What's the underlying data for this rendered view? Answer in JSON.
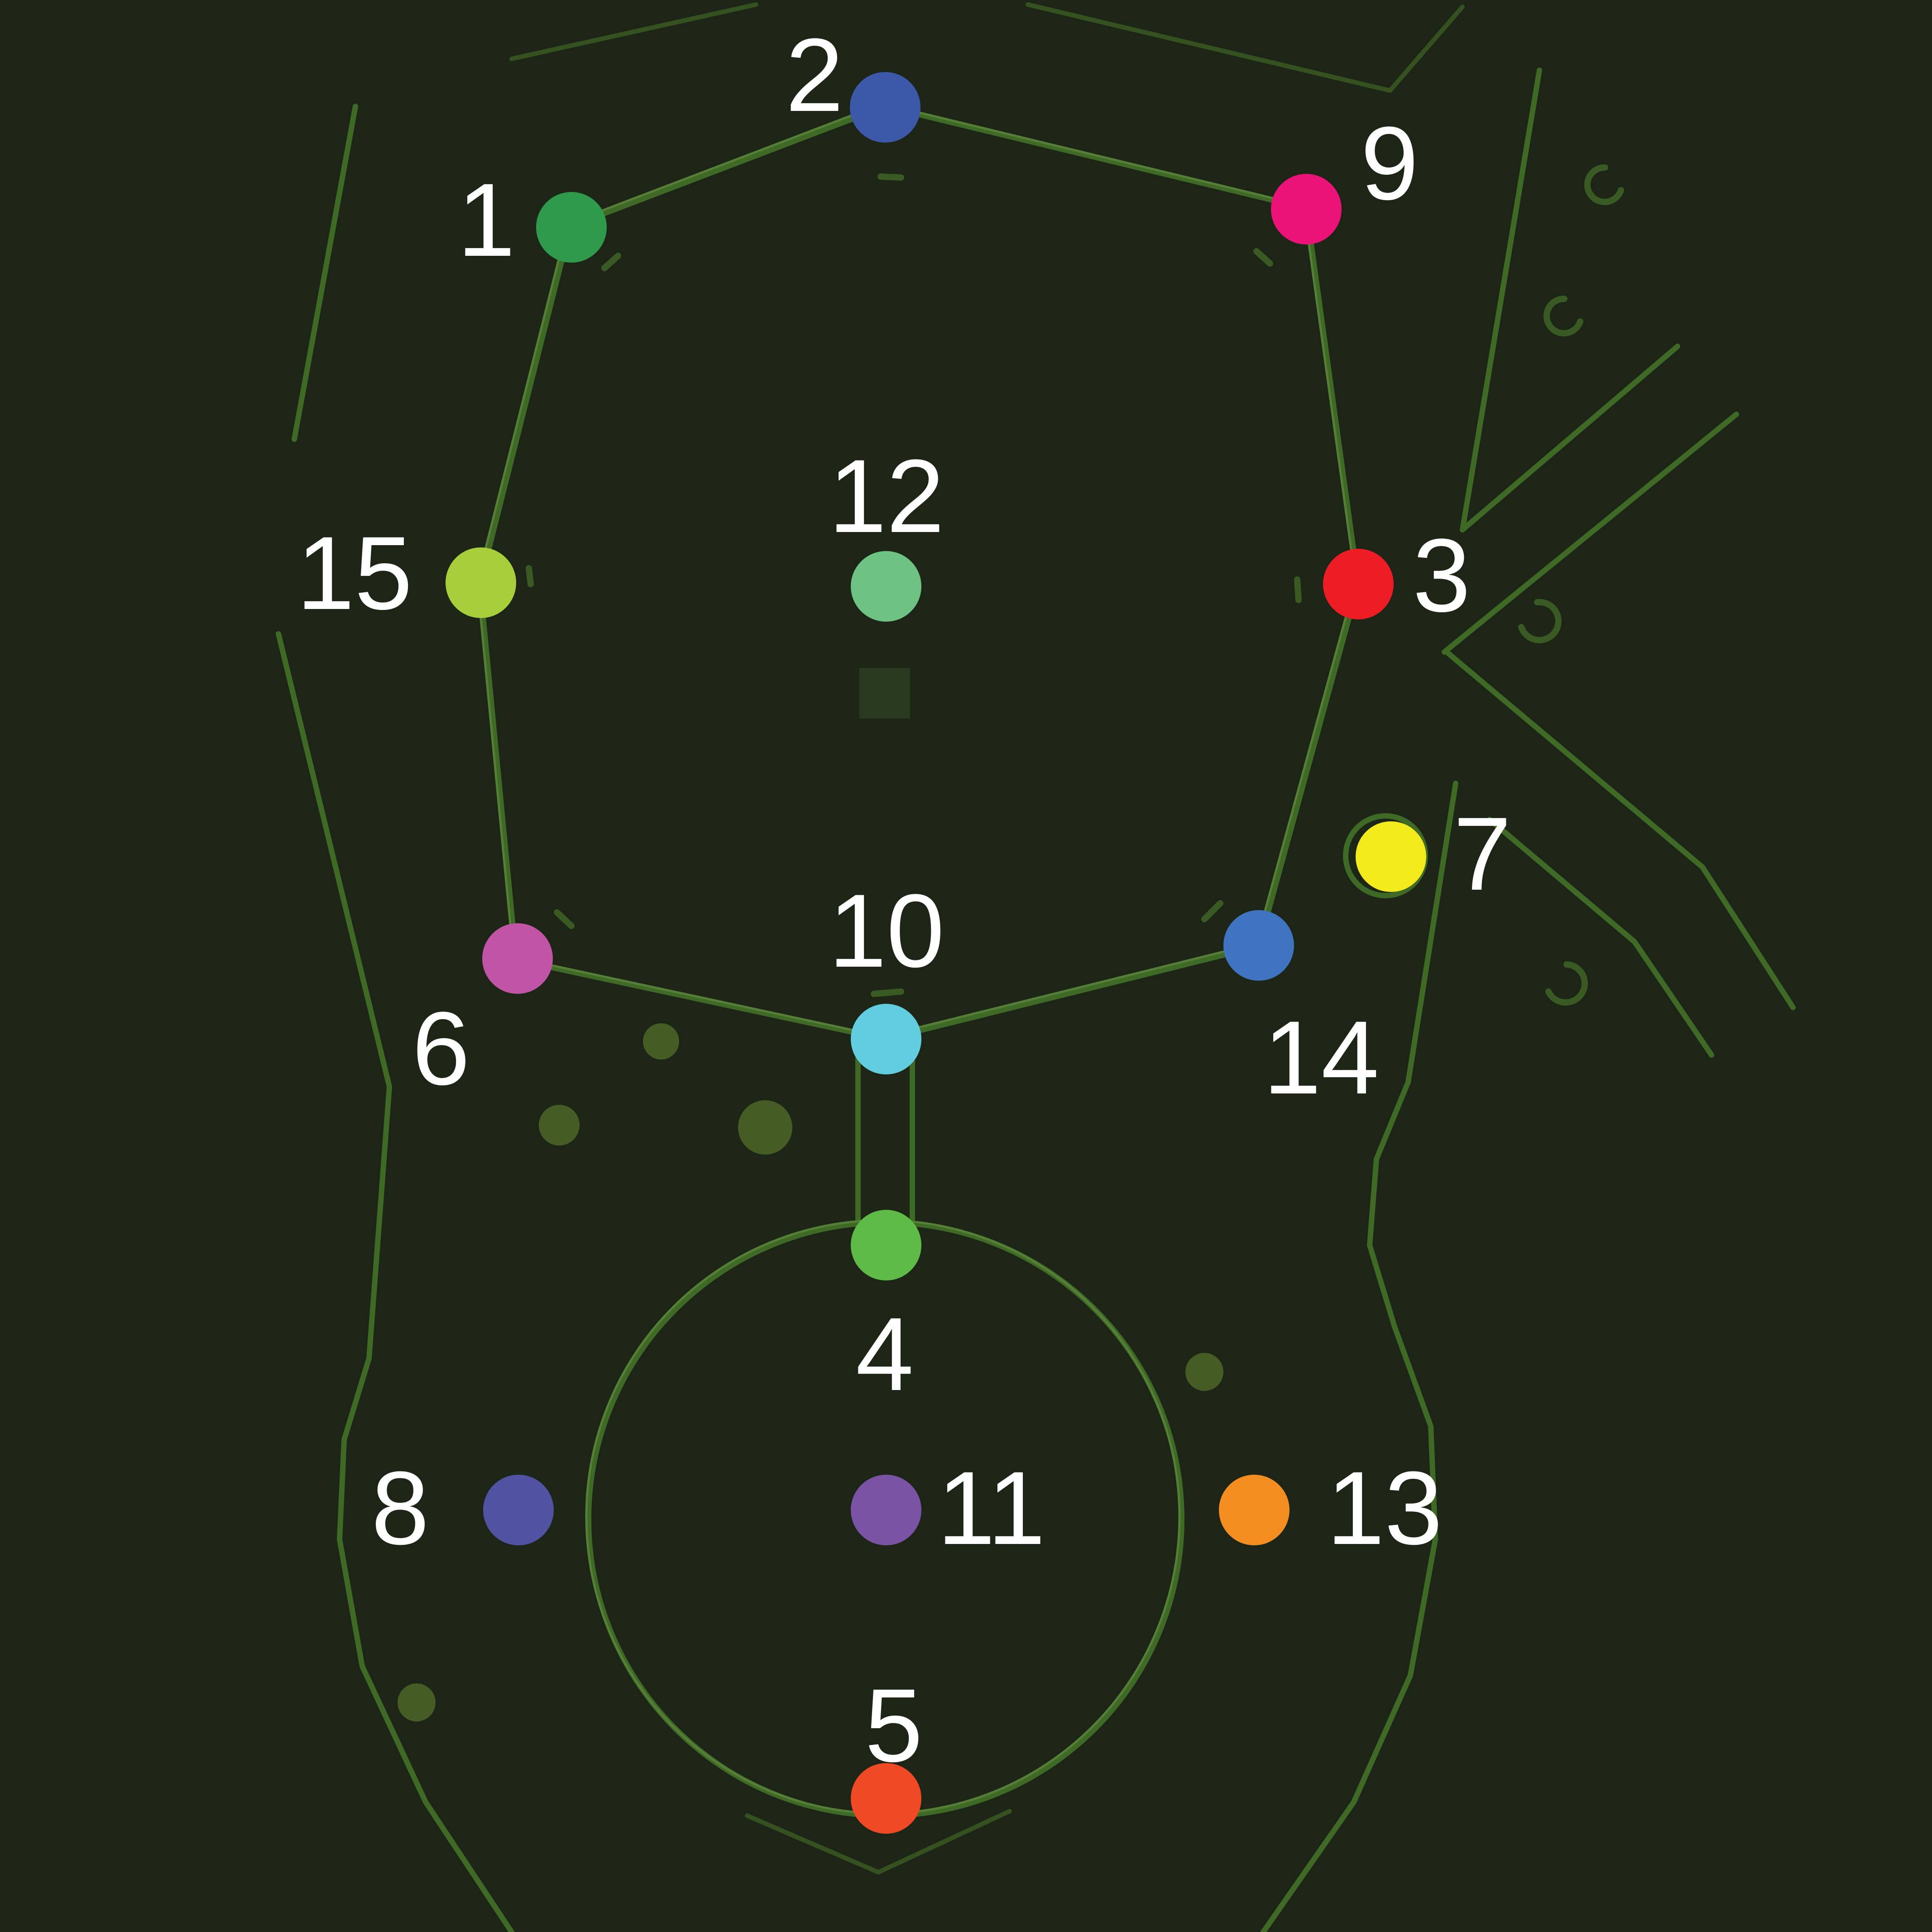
{
  "points": [
    {
      "label": "1",
      "color": "#2f9a4c"
    },
    {
      "label": "2",
      "color": "#3c58a8"
    },
    {
      "label": "3",
      "color": "#ee1c25"
    },
    {
      "label": "4",
      "color": "#5dbb46"
    },
    {
      "label": "5",
      "color": "#ef4a25"
    },
    {
      "label": "6",
      "color": "#c055a6"
    },
    {
      "label": "7",
      "color": "#f2ea1a"
    },
    {
      "label": "8",
      "color": "#5252a3"
    },
    {
      "label": "9",
      "color": "#ec1378"
    },
    {
      "label": "10",
      "color": "#63cde0"
    },
    {
      "label": "11",
      "color": "#7b53a4"
    },
    {
      "label": "12",
      "color": "#6ec282"
    },
    {
      "label": "13",
      "color": "#f48e20"
    },
    {
      "label": "14",
      "color": "#3f74c0"
    },
    {
      "label": "15",
      "color": "#a6cf39"
    }
  ]
}
